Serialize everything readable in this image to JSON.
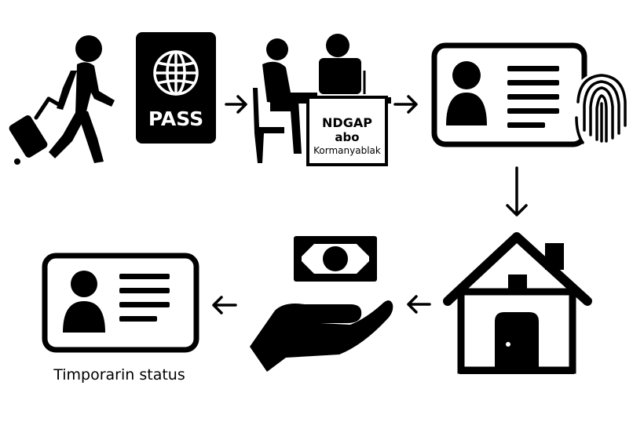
{
  "passport": {
    "label": "PASS"
  },
  "office": {
    "line1": "NDGAP",
    "line2": "abo",
    "line3": "Kormanyablak"
  },
  "result": {
    "caption": "Timporarin status"
  },
  "colors": {
    "ink": "#000000",
    "paper": "#ffffff"
  },
  "icons": [
    "traveler-icon",
    "passport-icon",
    "office-desk-icon",
    "biometric-id-card-icon",
    "house-icon",
    "cash-in-hand-icon",
    "id-card-icon"
  ]
}
